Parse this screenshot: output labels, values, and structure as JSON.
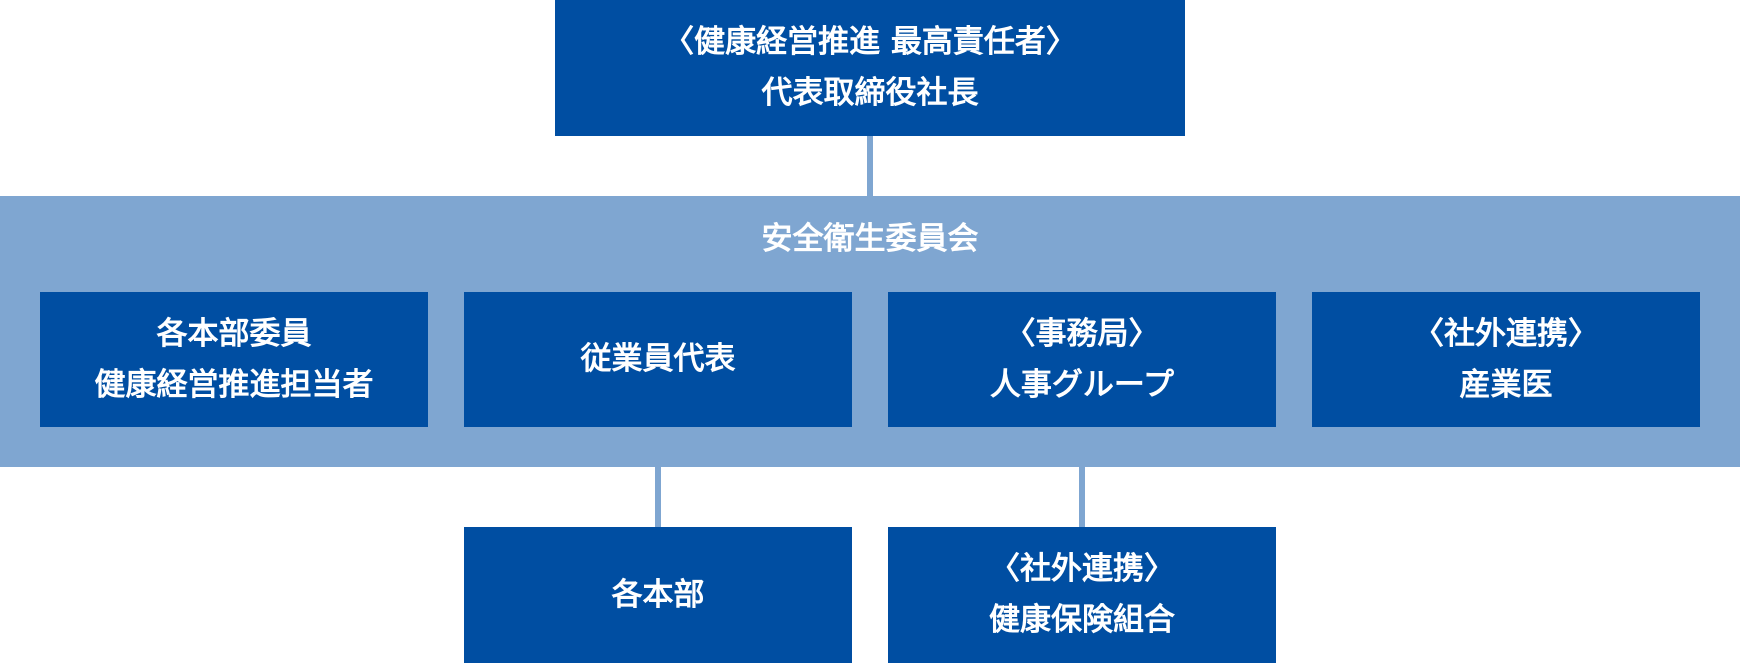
{
  "top": {
    "line1": "〈健康経営推進 最高責任者〉",
    "line2": "代表取締役社長"
  },
  "committee": {
    "title": "安全衛生委員会",
    "members": [
      {
        "line1": "各本部委員",
        "line2": "健康経営推進担当者"
      },
      {
        "line1": "従業員代表",
        "line2": ""
      },
      {
        "line1": "〈事務局〉",
        "line2": "人事グループ"
      },
      {
        "line1": "〈社外連携〉",
        "line2": "産業医"
      }
    ]
  },
  "bottom": [
    {
      "line1": "各本部",
      "line2": ""
    },
    {
      "line1": "〈社外連携〉",
      "line2": "健康保険組合"
    }
  ],
  "colors": {
    "box": "#004ea2",
    "committee_bg": "#7fa6d1",
    "text": "#ffffff"
  }
}
